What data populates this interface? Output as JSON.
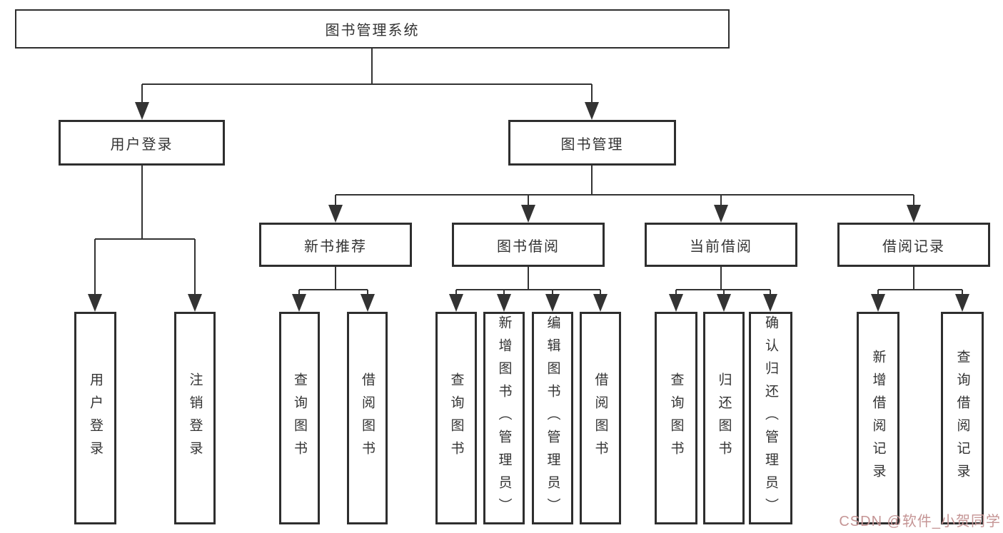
{
  "tree": {
    "label": "图书管理系统",
    "children": [
      {
        "label": "用户登录",
        "children": [
          {
            "label": "用户登录"
          },
          {
            "label": "注销登录"
          }
        ]
      },
      {
        "label": "图书管理",
        "children": [
          {
            "label": "新书推荐",
            "children": [
              {
                "label": "查询图书"
              },
              {
                "label": "借阅图书"
              }
            ]
          },
          {
            "label": "图书借阅",
            "children": [
              {
                "label": "查询图书"
              },
              {
                "label": "新增图书（管理员）"
              },
              {
                "label": "编辑图书（管理员）"
              },
              {
                "label": "借阅图书"
              }
            ]
          },
          {
            "label": "当前借阅",
            "children": [
              {
                "label": "查询图书"
              },
              {
                "label": "归还图书"
              },
              {
                "label": "确认归还（管理员）"
              }
            ]
          },
          {
            "label": "借阅记录",
            "children": [
              {
                "label": "新增借阅记录"
              },
              {
                "label": "查询借阅记录"
              }
            ]
          }
        ]
      }
    ]
  },
  "watermark": {
    "text": "CSDN @软件_小贺同学",
    "color": "#c59595"
  },
  "colors": {
    "line": "#333333",
    "box_border": "#2e2e2e",
    "text": "#333333",
    "background": "#ffffff"
  }
}
